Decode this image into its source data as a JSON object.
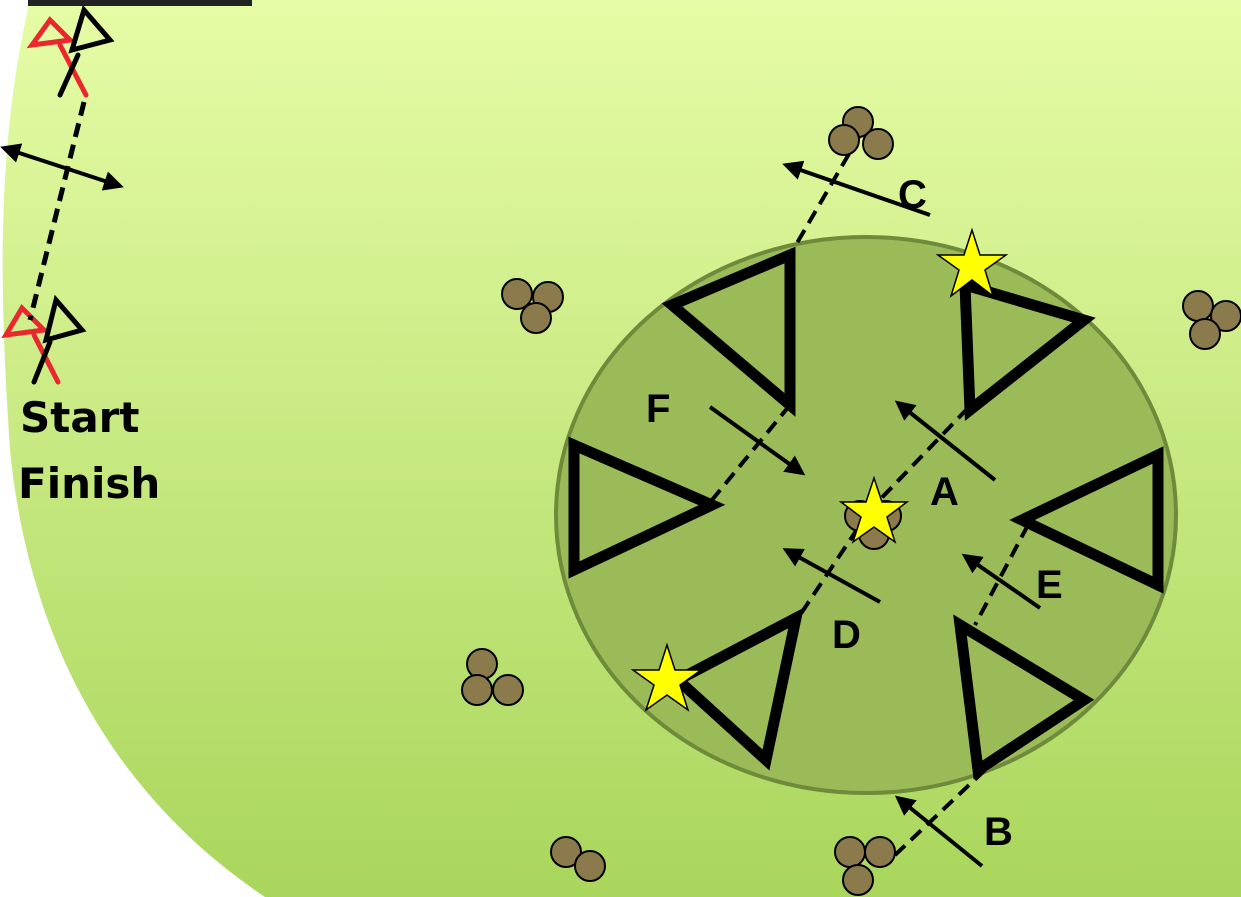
{
  "start_finish": {
    "line1": "Start",
    "line2": "Finish"
  },
  "labels": {
    "a": "A",
    "b": "B",
    "c": "C",
    "d": "D",
    "e": "E",
    "f": "F"
  },
  "colors": {
    "field_light": "#e6fca6",
    "field_dark": "#a9d65c",
    "circle_fill": "#9bbb59",
    "circle_stroke": "#6e8a3a",
    "cone_red": "#e8282e",
    "star": "#ffff00",
    "ball": "#8b7a4c"
  },
  "icons": {
    "cone": "cone-icon",
    "star": "star-icon",
    "balls": "ball-cluster-icon",
    "arrow": "arrow-icon"
  }
}
